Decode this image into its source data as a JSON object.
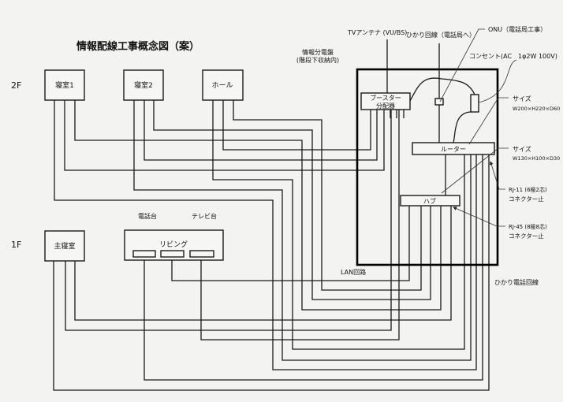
{
  "title": "情報配線工事概念図（案）",
  "floors": {
    "upper": "2F",
    "lower": "1F"
  },
  "rooms": {
    "bedroom1": "寝室1",
    "bedroom2": "寝室2",
    "hall": "ホール",
    "master_bedroom": "主寝室",
    "living": "リビング"
  },
  "furniture": {
    "phone_stand": "電話台",
    "tv_stand": "テレビ台"
  },
  "panel": {
    "title": "情報分電盤",
    "location": "(階段下収納内)",
    "booster_line1": "ブースター",
    "booster_line2": "分配器",
    "router": "ルーター",
    "hub": "ハブ"
  },
  "labels": {
    "tv_antenna": "TVアンテナ (VU/BS)",
    "fiber_line": "ひかり回線（電話局へ）",
    "onu": "ONU（電話局工事）",
    "outlet": "コンセント(AC　1φ2W 100V)",
    "size1_title": "サイズ",
    "size1_value": "W200×H220×D60",
    "size2_title": "サイズ",
    "size2_value": "W130×H100×D30",
    "rj11": "RJ-11 (6極2芯)",
    "rj11_note": "コネクター止",
    "rj45": "RJ-45 (8極8芯)",
    "rj45_note": "コネクター止",
    "lan_circuit": "LAN回路",
    "fiber_phone_circuit": "ひかり電話回線"
  }
}
